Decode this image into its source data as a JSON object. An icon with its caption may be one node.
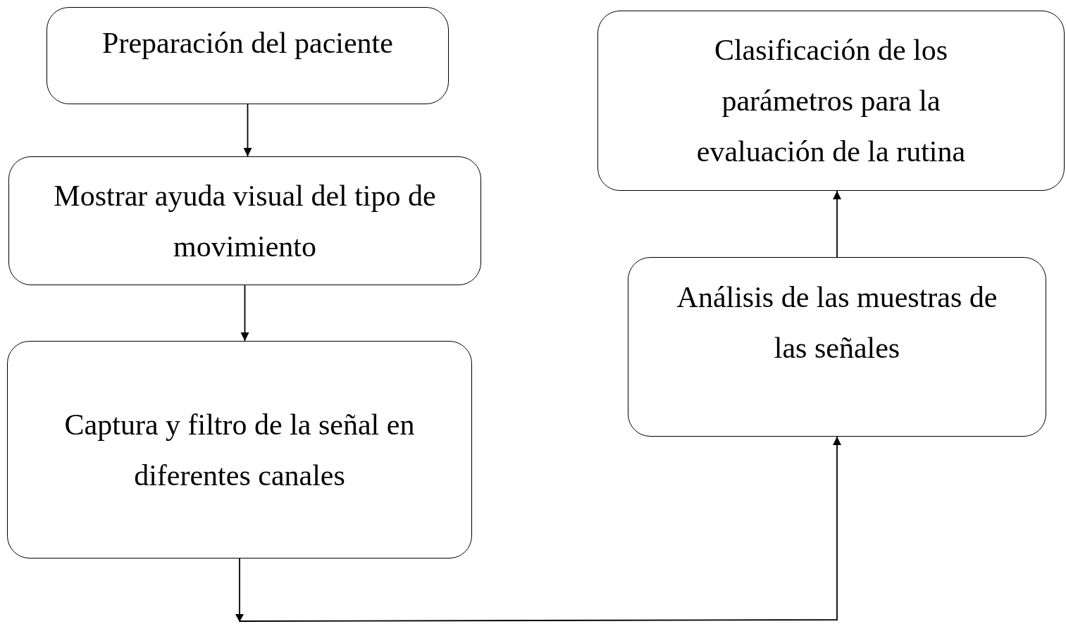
{
  "diagram": {
    "nodes": [
      {
        "text": [
          "Preparación del paciente"
        ]
      },
      {
        "text": [
          "Mostrar ayuda visual del tipo de movimiento"
        ]
      },
      {
        "text": [
          "Captura y filtro de la señal en diferentes canales"
        ]
      },
      {
        "text": [
          "Clasificación de los parámetros para la evaluación de la rutina"
        ]
      },
      {
        "text": [
          "Análisis de las muestras de las señales"
        ]
      }
    ],
    "edges": [
      {
        "from": 0,
        "to": 1,
        "arrow": "to"
      },
      {
        "from": 1,
        "to": 2,
        "arrow": "to"
      },
      {
        "from": 2,
        "to": 4,
        "arrow": "to"
      },
      {
        "from": 4,
        "to": 3,
        "arrow": "to"
      }
    ]
  }
}
